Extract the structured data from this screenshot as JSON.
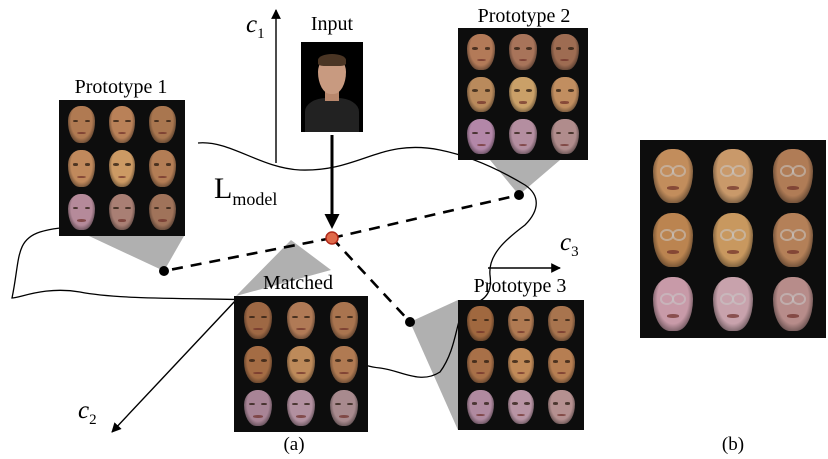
{
  "labels": {
    "c1": "c",
    "c1_sub": "1",
    "c2": "c",
    "c2_sub": "2",
    "c3": "c",
    "c3_sub": "3",
    "model": "L",
    "model_sub": "model",
    "input": "Input",
    "prototype1": "Prototype 1",
    "prototype2": "Prototype 2",
    "prototype3": "Prototype 3",
    "matched": "Matched",
    "panel_a": "(a)",
    "panel_b": "(b)"
  },
  "face_tones": {
    "prototype1": [
      "#b07a52",
      "#b98158",
      "#a9764f",
      "#c0895c",
      "#cc9a64",
      "#b37d55",
      "#b58a9a",
      "#a97f74",
      "#a0735a"
    ],
    "prototype2": [
      "#b37a58",
      "#a8745a",
      "#9e6c52",
      "#b98a5c",
      "#caa068",
      "#c18e60",
      "#b387a8",
      "#b48ea0",
      "#b08c8c"
    ],
    "prototype3": [
      "#a0683f",
      "#b07a52",
      "#a8744e",
      "#a87048",
      "#c08a58",
      "#b67e52",
      "#b08aa0",
      "#b894a4",
      "#b59090"
    ],
    "matched": [
      "#9e6844",
      "#b07a56",
      "#a9744f",
      "#a46c44",
      "#bd8a5a",
      "#b07a52",
      "#a88496",
      "#b290a0",
      "#a88a8e"
    ],
    "panel_b": [
      "#c28d5c",
      "#c9996a",
      "#b07c56",
      "#bb8450",
      "#c8985f",
      "#b48058",
      "#c89aa8",
      "#c8a2ac",
      "#b78c8a"
    ]
  },
  "colors": {
    "query_point_fill": "#e06a4a",
    "query_point_ring": "#b02a1a",
    "projection_shade": "#b0b0b0"
  }
}
